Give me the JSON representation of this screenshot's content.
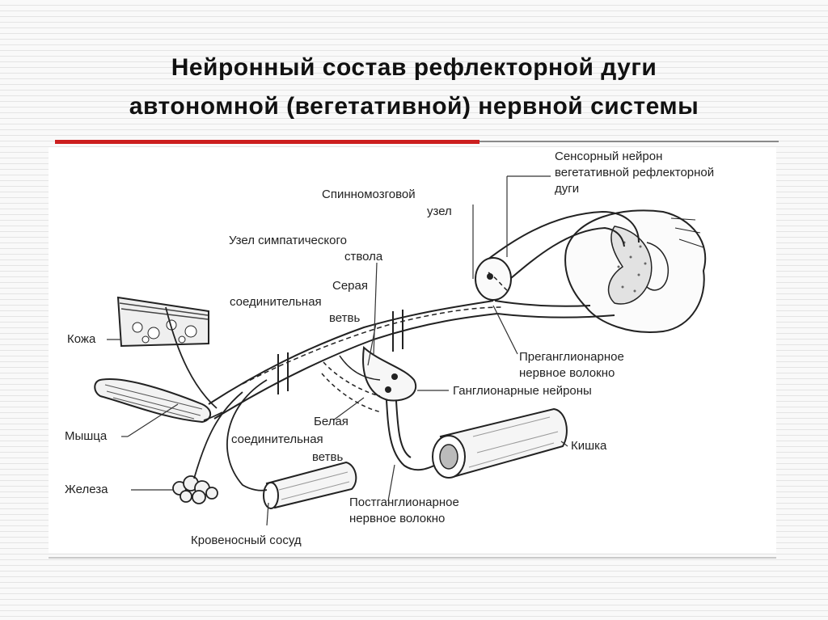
{
  "slide": {
    "title_line1": "Нейронный состав рефлекторной дуги",
    "title_line2": "автономной (вегетативной) нервной системы"
  },
  "diagram": {
    "labels": {
      "sensory_1": "Сенсорный нейрон",
      "sensory_2": "вегетативной рефлекторной",
      "sensory_3": "дуги",
      "spinal_ganglion_1": "Спинномозговой",
      "spinal_ganglion_2": "узел",
      "sympathetic_node_1": "Узел симпатического",
      "sympathetic_node_2": "ствола",
      "gray_ramus_1": "Серая",
      "gray_ramus_2": "соединительная",
      "gray_ramus_3": "ветвь",
      "skin": "Кожа",
      "preganglionic_1": "Преганглионарное",
      "preganglionic_2": "нервное волокно",
      "ganglionic_neurons": "Ганглионарные нейроны",
      "muscle": "Мышца",
      "white_ramus_1": "Белая",
      "white_ramus_2": "соединительная",
      "white_ramus_3": "ветвь",
      "intestine": "Кишка",
      "gland": "Железа",
      "postganglionic_1": "Постганглионарное",
      "postganglionic_2": "нервное волокно",
      "blood_vessel": "Кровеносный сосуд"
    }
  }
}
